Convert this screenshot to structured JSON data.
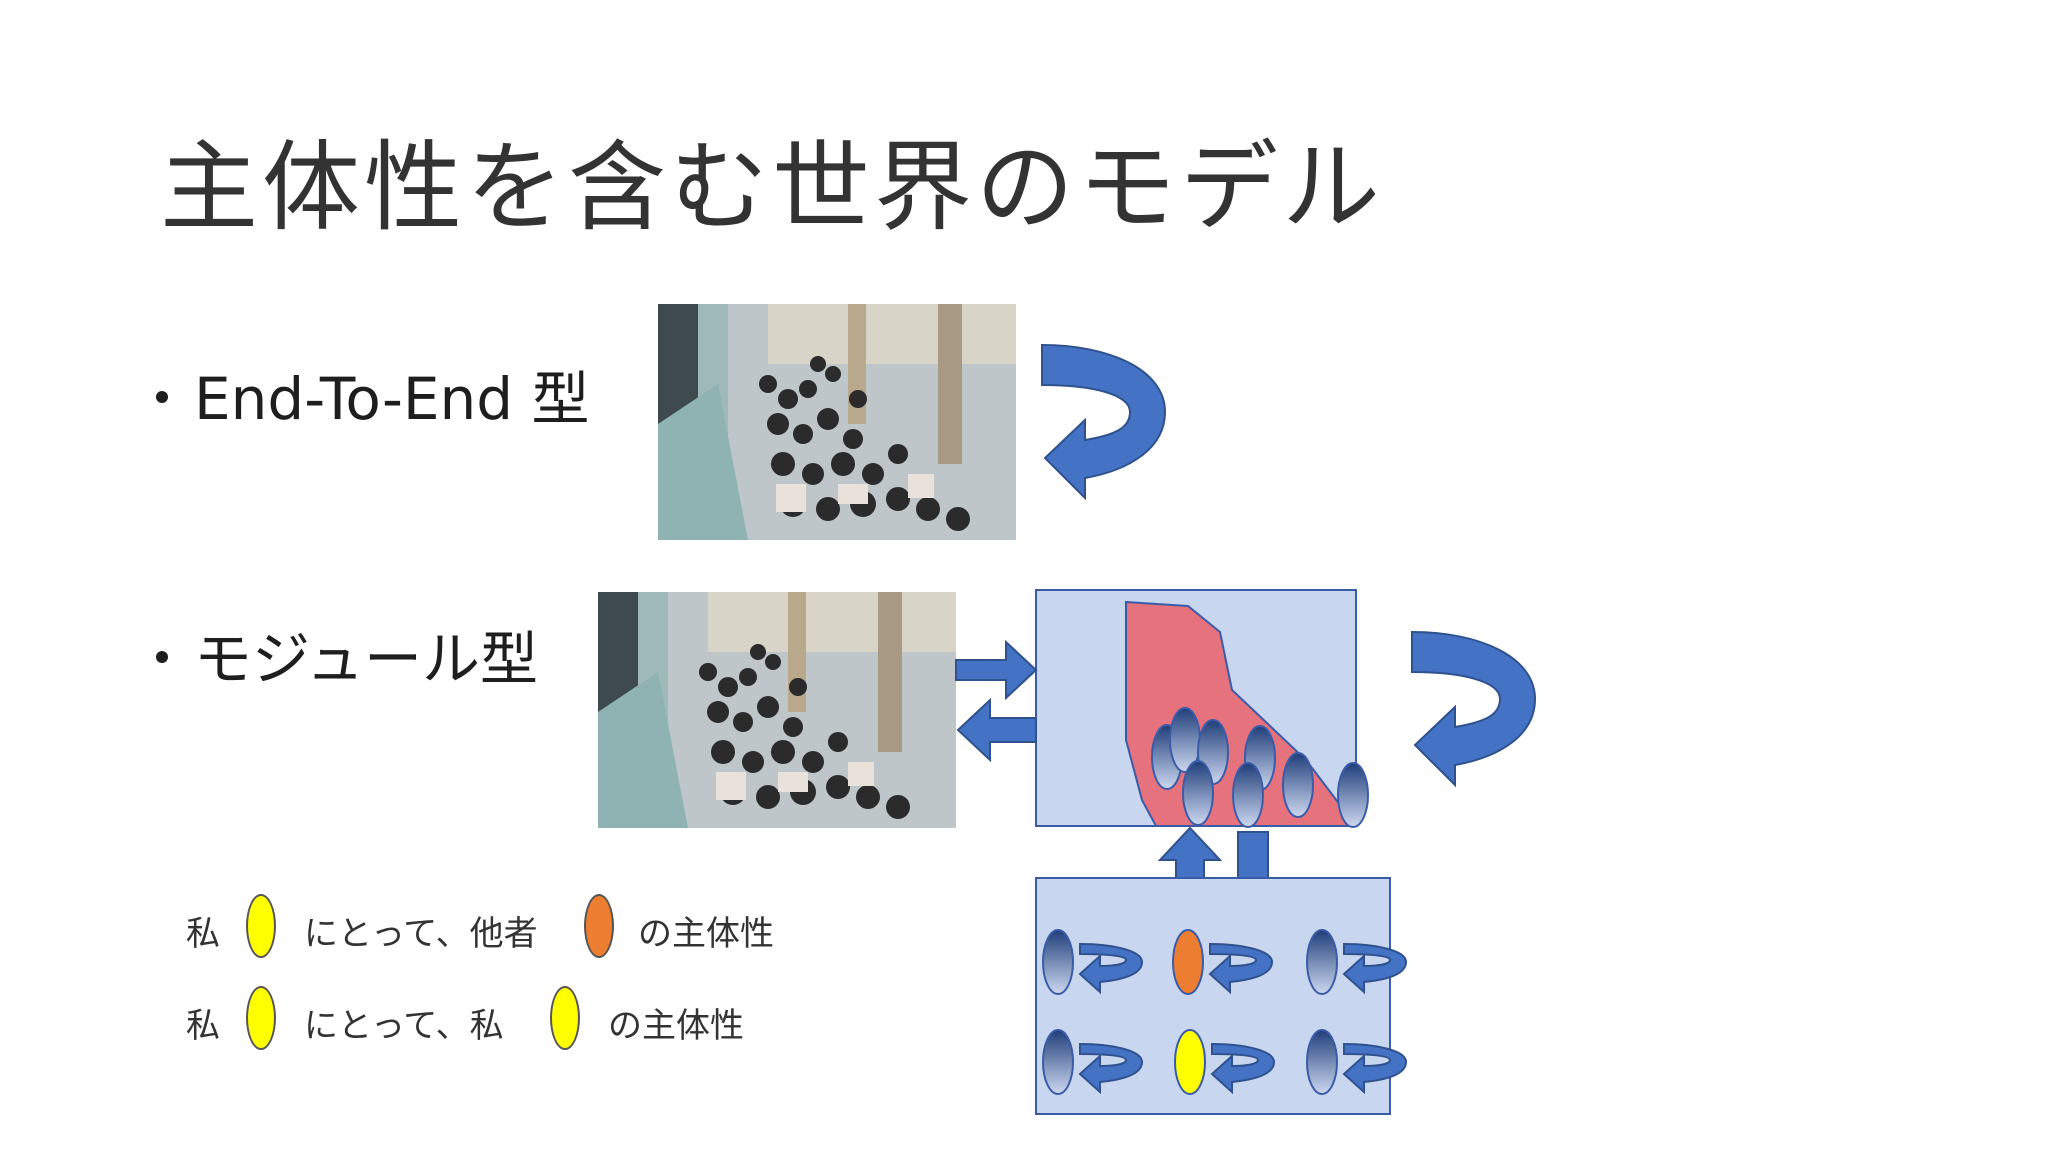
{
  "slide": {
    "title": "主体性を含む世界のモデル",
    "bullets": [
      {
        "label": "End-To-End 型"
      },
      {
        "label": "モジュール型"
      }
    ],
    "legend": [
      {
        "prefix": "私",
        "middle": "にとって、他者",
        "suffix": "の主体性",
        "first_color": "#ffff00",
        "second_color": "#ed7d31"
      },
      {
        "prefix": "私",
        "middle": "にとって、私",
        "suffix": "の主体性",
        "first_color": "#ffff00",
        "second_color": "#ffff00"
      }
    ]
  },
  "colors": {
    "arrow_blue": "#4472c4",
    "box_fill": "#c9d6ef",
    "box_stroke": "#3a5ca8",
    "region_fill": "#e6727e",
    "agent_dark": "#2a4c8a",
    "self_yellow": "#ffff00",
    "other_orange": "#ed7d31"
  },
  "icons": [
    "crowd-photo",
    "loop-arrow-icon",
    "agent-oval-icon",
    "left-right-arrows-icon",
    "up-down-arrows-icon"
  ]
}
